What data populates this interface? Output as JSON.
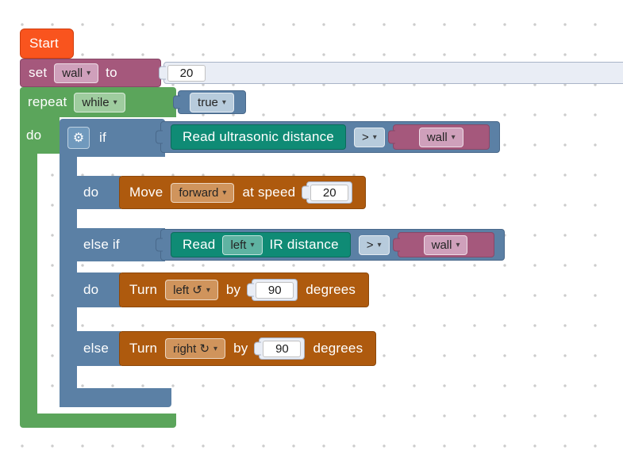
{
  "ui": {
    "dropdown_arrow": "▾",
    "gear_icon": "⚙"
  },
  "colors": {
    "start_block": "#f9541e",
    "variable_block": "#a5587c",
    "loop_block": "#5ba55b",
    "logic_block": "#5b80a5",
    "sensor_block": "#0f8b75",
    "action_block": "#ae5a0e",
    "shadow_block": "#e9edf5",
    "number_field": "#ffffff"
  },
  "workspace": {
    "start": {
      "label": "Start"
    },
    "set_variable": {
      "keyword": "set",
      "variable": "wall",
      "to": "to",
      "value": "20"
    },
    "repeat": {
      "keyword": "repeat",
      "mode": "while",
      "condition": "true",
      "do_label": "do"
    },
    "if_block": {
      "if_label": "if",
      "do_label_1": "do",
      "else_if_label": "else if",
      "do_label_2": "do",
      "else_label": "else",
      "condition_1": {
        "sensor": "Read ultrasonic distance",
        "operator": ">",
        "variable": "wall"
      },
      "condition_2": {
        "read": "Read",
        "direction": "left",
        "sensor": "IR distance",
        "operator": ">",
        "variable": "wall"
      },
      "move": {
        "keyword": "Move",
        "direction": "forward",
        "at_speed": "at speed",
        "value": "20"
      },
      "turn_left": {
        "keyword": "Turn",
        "direction": "left ↺",
        "by": "by",
        "value": "90",
        "degrees": "degrees"
      },
      "turn_right": {
        "keyword": "Turn",
        "direction": "right ↻",
        "by": "by",
        "value": "90",
        "degrees": "degrees"
      }
    }
  }
}
